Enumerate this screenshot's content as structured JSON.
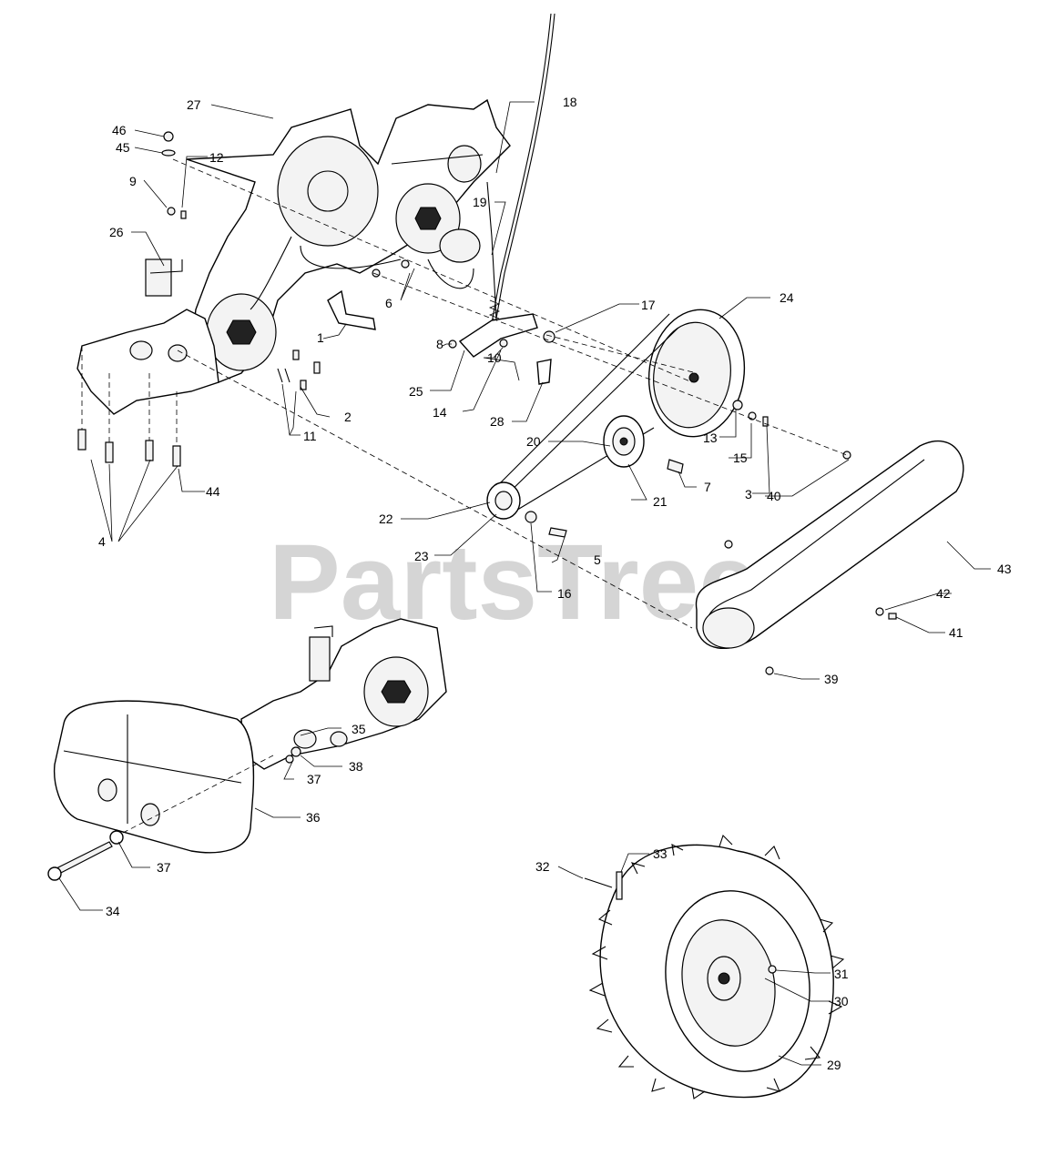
{
  "watermark": "PartsTree",
  "callouts": [
    {
      "id": "c1",
      "text": "1"
    },
    {
      "id": "c2",
      "text": "2"
    },
    {
      "id": "c3",
      "text": "3"
    },
    {
      "id": "c4",
      "text": "4"
    },
    {
      "id": "c5",
      "text": "5"
    },
    {
      "id": "c6",
      "text": "6"
    },
    {
      "id": "c7",
      "text": "7"
    },
    {
      "id": "c8",
      "text": "8"
    },
    {
      "id": "c9",
      "text": "9"
    },
    {
      "id": "c10",
      "text": "10"
    },
    {
      "id": "c11",
      "text": "11"
    },
    {
      "id": "c12",
      "text": "12"
    },
    {
      "id": "c13",
      "text": "13"
    },
    {
      "id": "c14",
      "text": "14"
    },
    {
      "id": "c15",
      "text": "15"
    },
    {
      "id": "c16",
      "text": "16"
    },
    {
      "id": "c17",
      "text": "17"
    },
    {
      "id": "c18",
      "text": "18"
    },
    {
      "id": "c19",
      "text": "19"
    },
    {
      "id": "c20",
      "text": "20"
    },
    {
      "id": "c21",
      "text": "21"
    },
    {
      "id": "c22",
      "text": "22"
    },
    {
      "id": "c23",
      "text": "23"
    },
    {
      "id": "c24",
      "text": "24"
    },
    {
      "id": "c25",
      "text": "25"
    },
    {
      "id": "c26",
      "text": "26"
    },
    {
      "id": "c27",
      "text": "27"
    },
    {
      "id": "c28",
      "text": "28"
    },
    {
      "id": "c29",
      "text": "29"
    },
    {
      "id": "c30",
      "text": "30"
    },
    {
      "id": "c31",
      "text": "31"
    },
    {
      "id": "c32",
      "text": "32"
    },
    {
      "id": "c33",
      "text": "33"
    },
    {
      "id": "c34",
      "text": "34"
    },
    {
      "id": "c35",
      "text": "35"
    },
    {
      "id": "c36",
      "text": "36"
    },
    {
      "id": "c37a",
      "text": "37"
    },
    {
      "id": "c37b",
      "text": "37"
    },
    {
      "id": "c38",
      "text": "38"
    },
    {
      "id": "c39",
      "text": "39"
    },
    {
      "id": "c40",
      "text": "40"
    },
    {
      "id": "c41",
      "text": "41"
    },
    {
      "id": "c42",
      "text": "42"
    },
    {
      "id": "c43",
      "text": "43"
    },
    {
      "id": "c44",
      "text": "44"
    },
    {
      "id": "c45",
      "text": "45"
    },
    {
      "id": "c46",
      "text": "46"
    }
  ]
}
